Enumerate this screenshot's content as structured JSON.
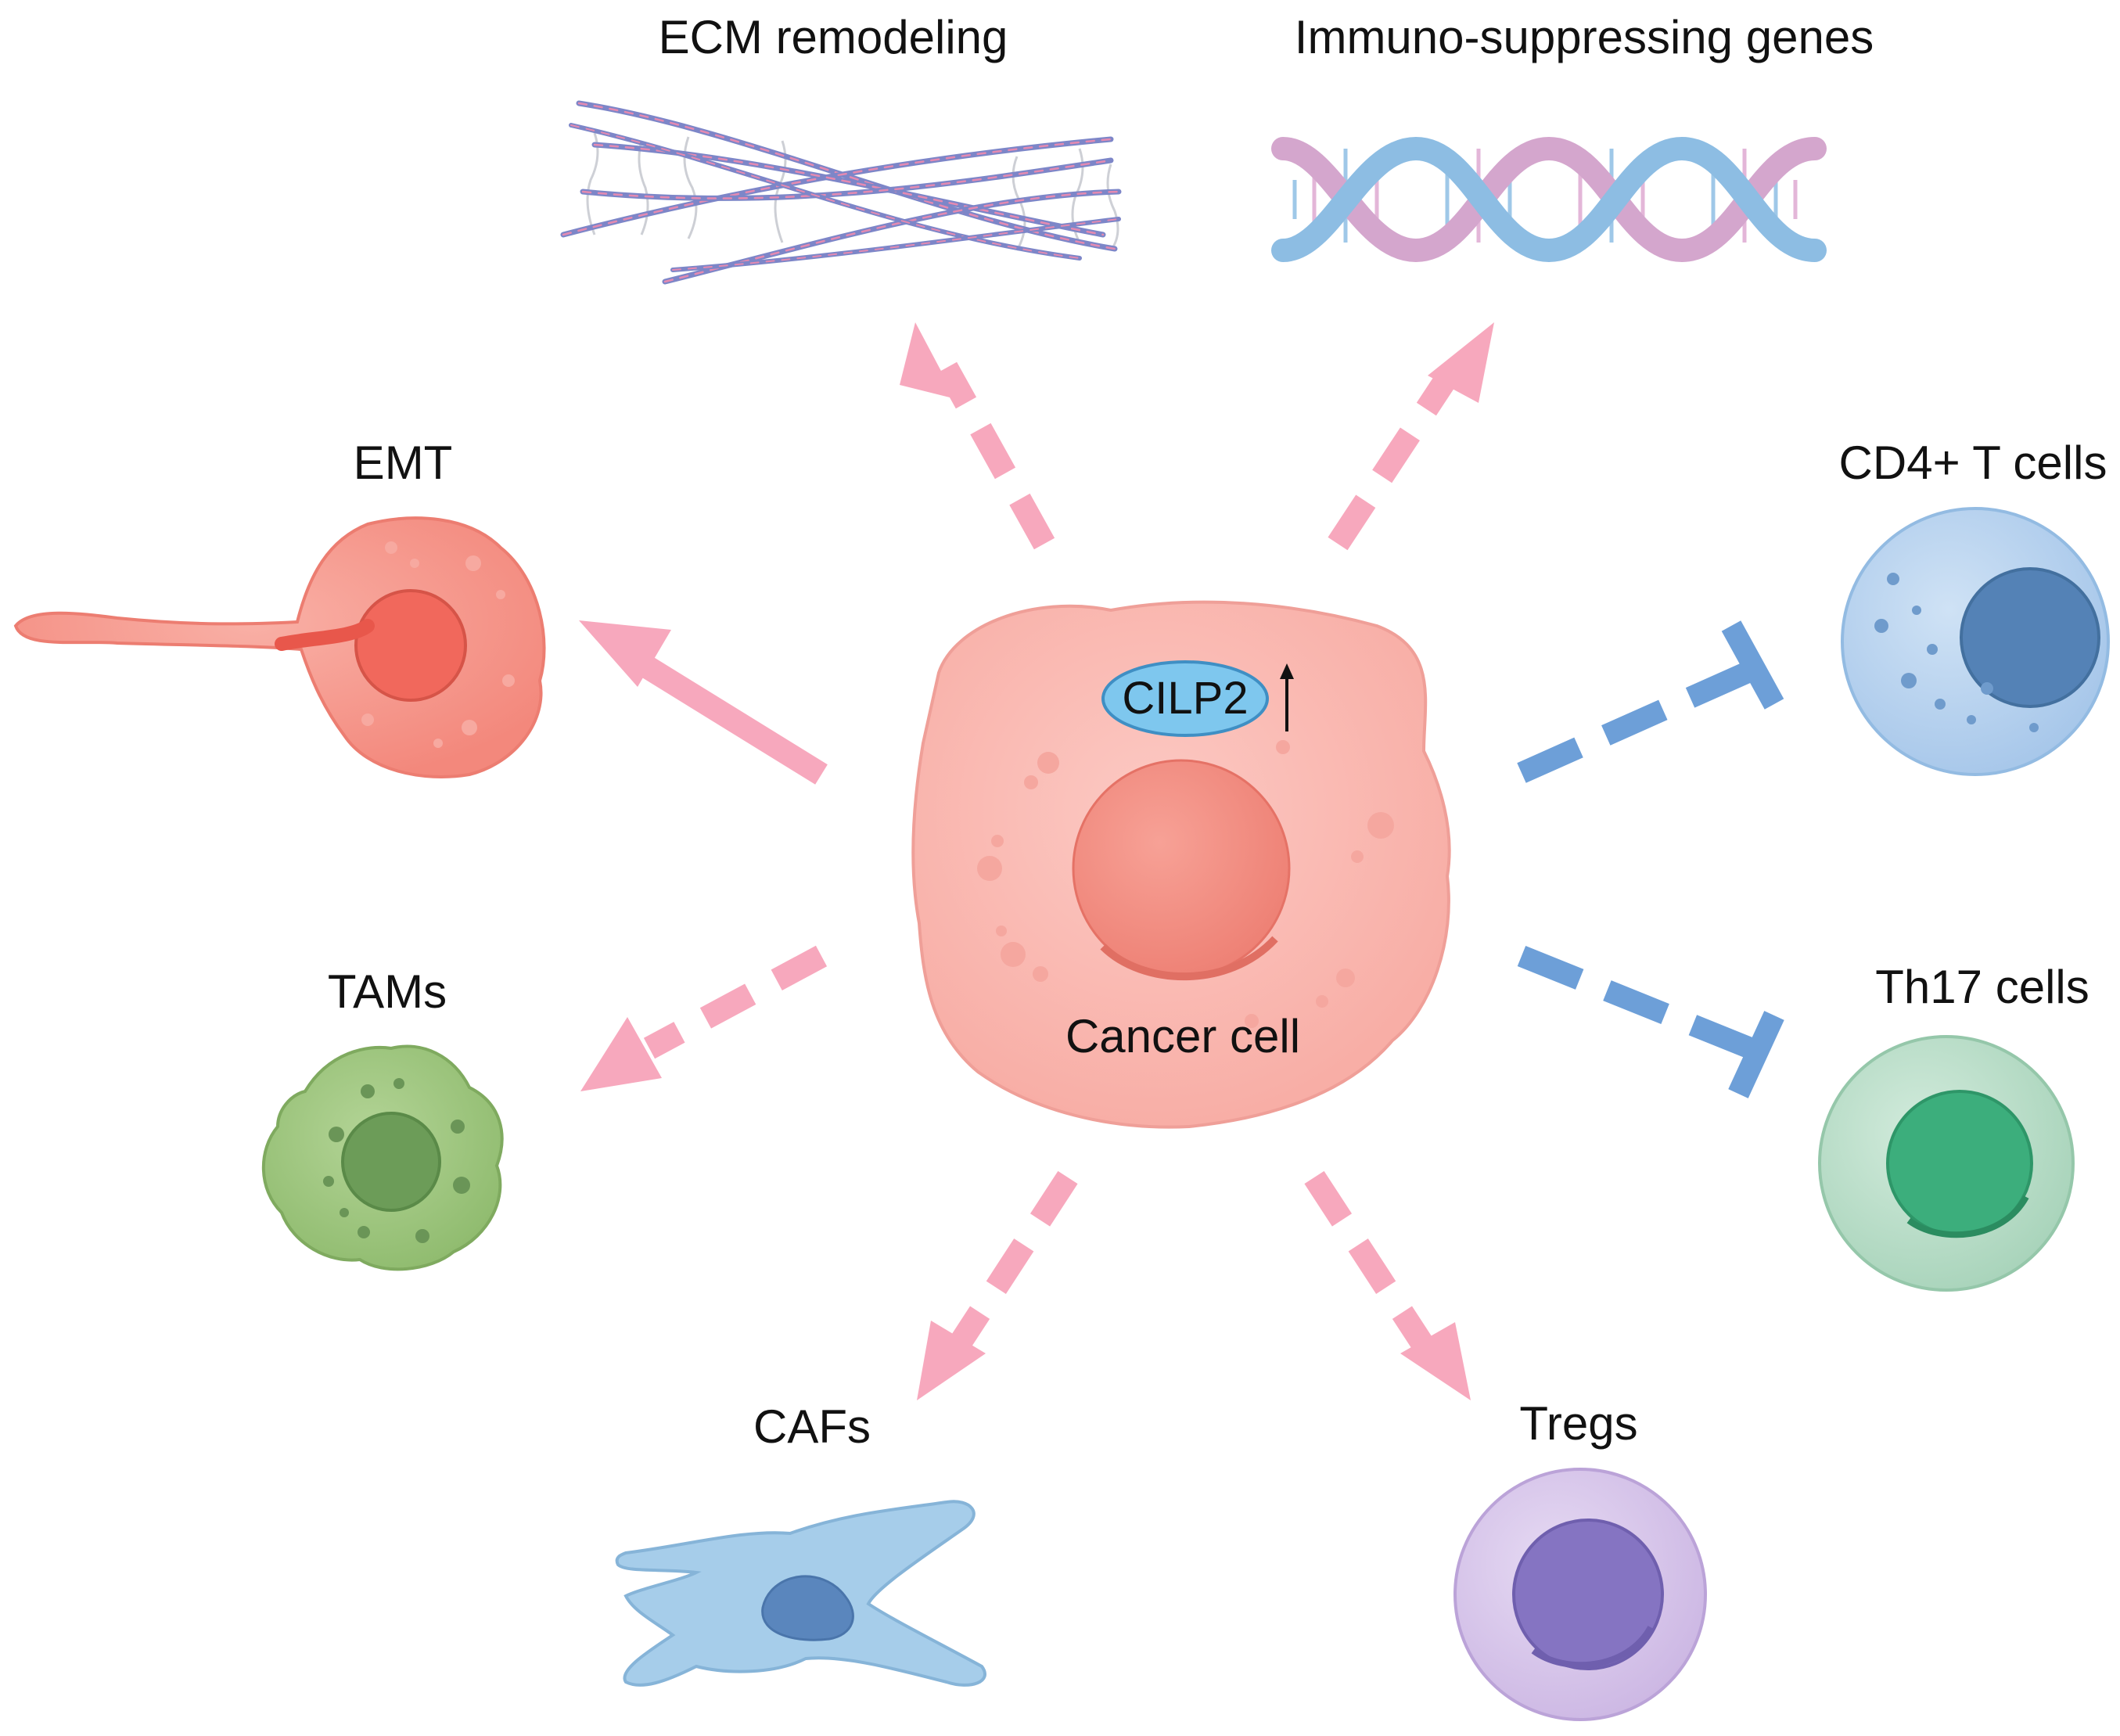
{
  "labels": {
    "ecm": "ECM remodeling",
    "genes": "Immuno-suppressing genes",
    "emt": "EMT",
    "cd4": "CD4+ T cells",
    "tams": "TAMs",
    "th17": "Th17 cells",
    "cafs": "CAFs",
    "tregs": "Tregs",
    "cancer": "Cancer cell",
    "marker": "CILP2",
    "marker_trend": "↑"
  },
  "colors": {
    "promote_arrow": "#f7a8bd",
    "inhibit_arrow": "#6d9fd8",
    "cancer_cell": "#fbbcb5",
    "cancer_nucleus": "#f39185",
    "marker_fill": "#7ec7ee",
    "emt_cell": "#f5978d",
    "tam_cell": "#9cc47c",
    "cd4_cell": "#b6d3ef",
    "th17_cell": "#b7dcc7",
    "caf_cell": "#a6cdea",
    "treg_cell": "#d8c6ea"
  },
  "relations": [
    {
      "from": "Cancer cell",
      "to": "ECM remodeling",
      "effect": "promote",
      "style": "dashed"
    },
    {
      "from": "Cancer cell",
      "to": "Immuno-suppressing genes",
      "effect": "promote",
      "style": "dashed"
    },
    {
      "from": "Cancer cell",
      "to": "EMT",
      "effect": "promote",
      "style": "solid"
    },
    {
      "from": "Cancer cell",
      "to": "TAMs",
      "effect": "promote",
      "style": "dashed"
    },
    {
      "from": "Cancer cell",
      "to": "CAFs",
      "effect": "promote",
      "style": "dashed"
    },
    {
      "from": "Cancer cell",
      "to": "Tregs",
      "effect": "promote",
      "style": "dashed"
    },
    {
      "from": "Cancer cell",
      "to": "CD4+ T cells",
      "effect": "inhibit",
      "style": "dashed"
    },
    {
      "from": "Cancer cell",
      "to": "Th17 cells",
      "effect": "inhibit",
      "style": "dashed"
    }
  ]
}
